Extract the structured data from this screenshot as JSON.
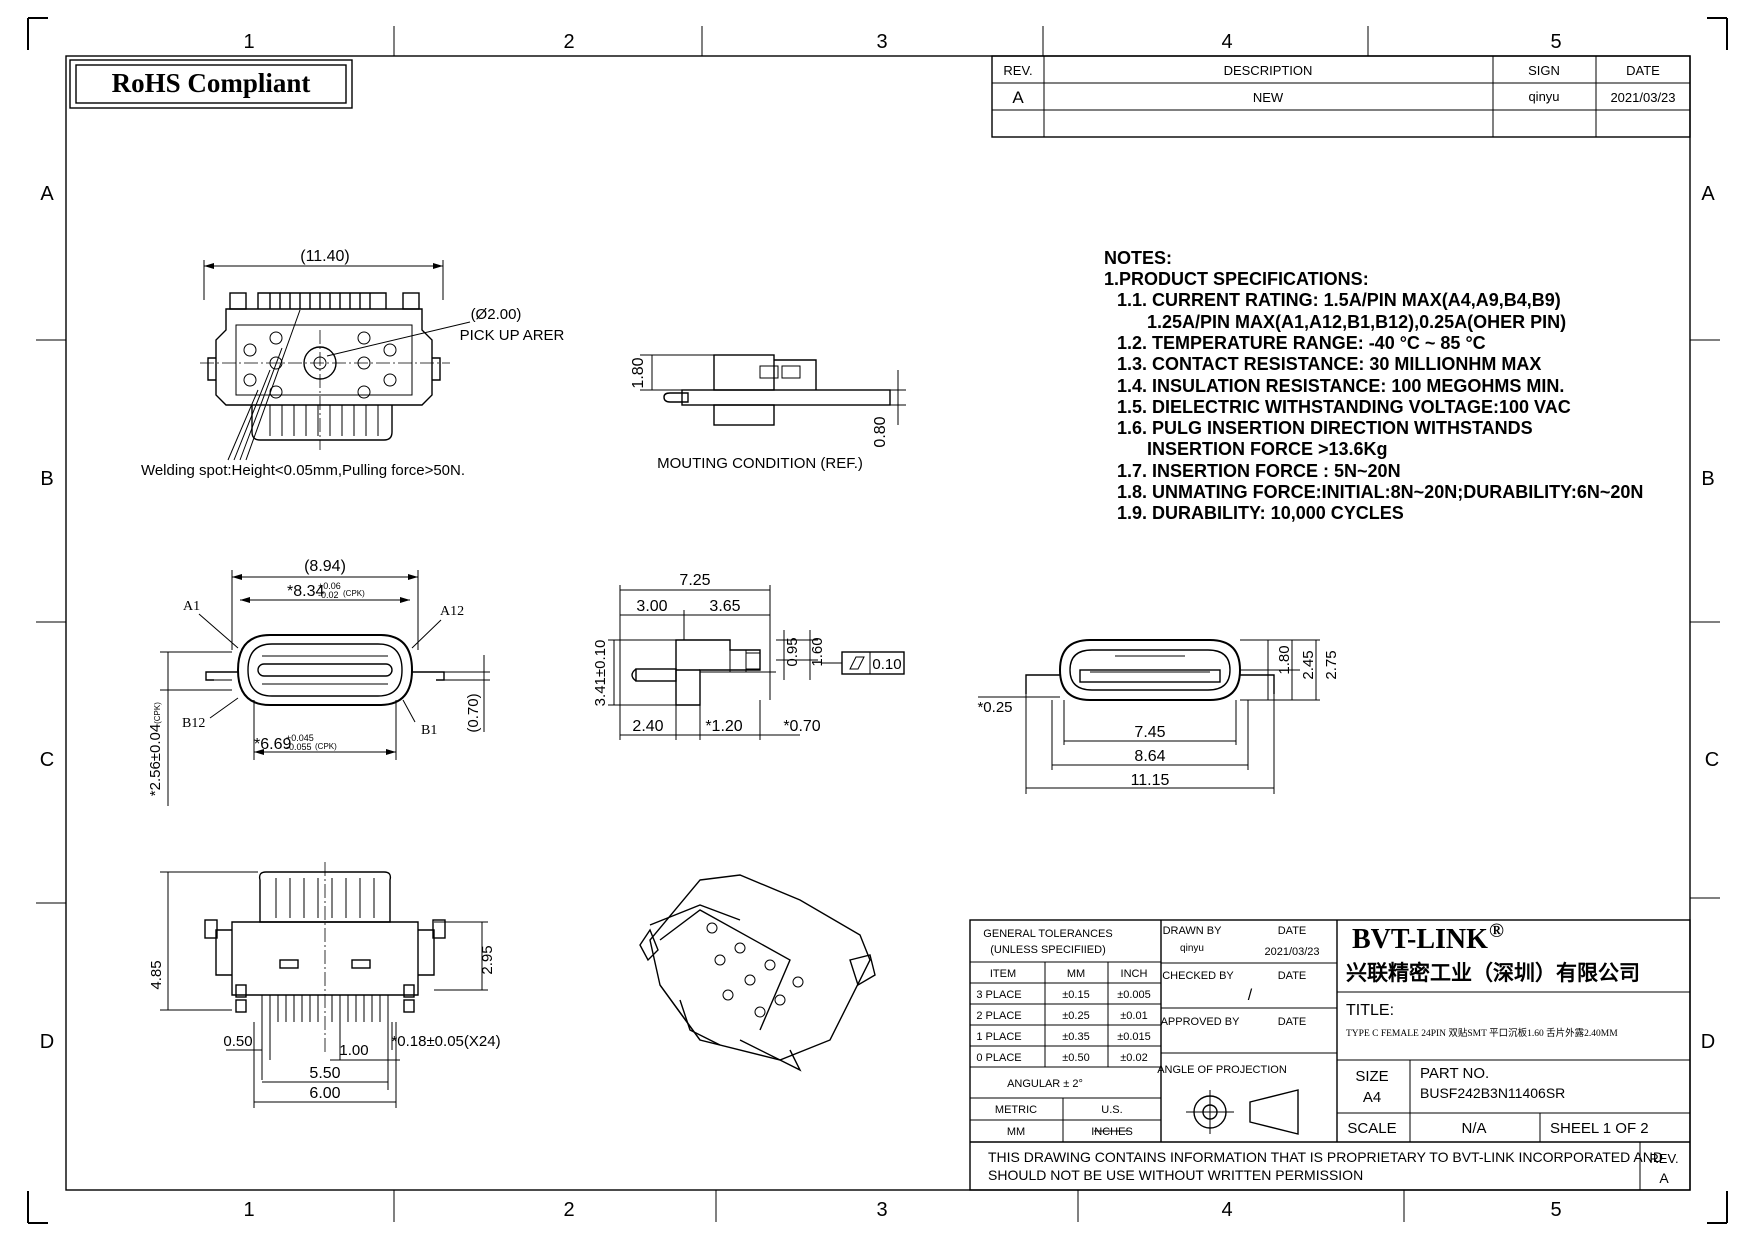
{
  "frame": {
    "columns_top": [
      "1",
      "2",
      "3",
      "4",
      "5"
    ],
    "columns_bottom": [
      "1",
      "2",
      "3",
      "4",
      "5"
    ],
    "rows_left": [
      "A",
      "B",
      "C",
      "D"
    ],
    "rows_right": [
      "A",
      "B",
      "C",
      "D"
    ]
  },
  "rohs_label": "RoHS Compliant",
  "revision_table": {
    "headers": {
      "rev": "REV.",
      "description": "DESCRIPTION",
      "sign": "SIGN",
      "date": "DATE"
    },
    "rows": [
      {
        "rev": "A",
        "description": "NEW",
        "sign": "qinyu",
        "date": "2021/03/23"
      }
    ]
  },
  "notes": {
    "heading": "NOTES:",
    "lines": [
      "1.PRODUCT SPECIFICATIONS:",
      "1.1. CURRENT RATING: 1.5A/PIN MAX(A4,A9,B4,B9)",
      "1.25A/PIN MAX(A1,A12,B1,B12),0.25A(OHER PIN)",
      "1.2. TEMPERATURE RANGE: -40 °C ~ 85 °C",
      "1.3. CONTACT RESISTANCE: 30 MILLIONHM MAX",
      "1.4. INSULATION RESISTANCE: 100 MEGOHMS MIN.",
      "1.5. DIELECTRIC WITHSTANDING VOLTAGE:100 VAC",
      "1.6. PULG INSERTION DIRECTION WITHSTANDS",
      "INSERTION FORCE >13.6Kg",
      "1.7. INSERTION FORCE : 5N~20N",
      "1.8. UNMATING FORCE:INITIAL:8N~20N;DURABILITY:6N~20N",
      "1.9. DURABILITY:   10,000 CYCLES"
    ]
  },
  "view_top": {
    "dim_width": "(11.40)",
    "pickup_dim": "(Ø2.00)",
    "pickup_label": "PICK UP ARER",
    "welding_note": "Welding spot:Height<0.05mm,Pulling force>50N."
  },
  "view_mount": {
    "dim_height": "1.80",
    "dim_board": "0.80",
    "caption": "MOUTING CONDITION (REF.)"
  },
  "view_front": {
    "dim_outer": "(8.94)",
    "dim_inner_top": "*8.34",
    "tol_inner_top_plus": "+0.06",
    "tol_inner_top_minus": "-0.02",
    "cpk": "(CPK)",
    "dim_inner_bottom": "*6.69",
    "tol_inner_bottom_plus": "+0.045",
    "tol_inner_bottom_minus": "-0.055",
    "dim_height": "*2.56±0.04",
    "dim_side": "(0.70)",
    "pin_a1": "A1",
    "pin_a12": "A12",
    "pin_b12": "B12",
    "pin_b1": "B1"
  },
  "view_side": {
    "dim_total": "7.25",
    "dim_a": "3.00",
    "dim_b": "3.65",
    "dim_height": "3.41±0.10",
    "dim_095": "0.95",
    "dim_160": "1.60",
    "flatness_value": "0.10",
    "dim_240": "2.40",
    "dim_120": "*1.20",
    "dim_070": "*0.70"
  },
  "view_rear": {
    "dim_025": "*0.25",
    "dim_180": "1.80",
    "dim_245": "2.45",
    "dim_275": "2.75",
    "dim_745": "7.45",
    "dim_864": "8.64",
    "dim_1115": "11.15"
  },
  "view_bottom": {
    "dim_485": "4.85",
    "dim_295": "2.95",
    "dim_050": "0.50",
    "dim_100": "1.00",
    "dim_pin": "*0.18±0.05(X24)",
    "dim_550": "5.50",
    "dim_600": "6.00"
  },
  "title_block": {
    "tolerances_heading_1": "GENERAL TOLERANCES",
    "tolerances_heading_2": "(UNLESS SPECIFIIED)",
    "tol_headers": [
      "ITEM",
      "MM",
      "INCH"
    ],
    "tol_rows": [
      [
        "3 PLACE",
        "±0.15",
        "±0.005"
      ],
      [
        "2 PLACE",
        "±0.25",
        "±0.01"
      ],
      [
        "1 PLACE",
        "±0.35",
        "±0.015"
      ],
      [
        "0 PLACE",
        "±0.50",
        "±0.02"
      ]
    ],
    "angular": "ANGULAR ± 2°",
    "metric": "METRIC",
    "us": "U.S.",
    "mm": "MM",
    "inches": "INCHES",
    "drawn_by_label": "DRAWN BY",
    "drawn_by": "qinyu",
    "date_label": "DATE",
    "drawn_date": "2021/03/23",
    "checked_by_label": "CHECKED BY",
    "checked_mark": "/",
    "approved_by_label": "APPROVED BY",
    "projection_label": "ANGLE OF PROJECTION",
    "company": "BVT-LINK",
    "company_reg": "®",
    "company_cn": "兴联精密工业（深圳）有限公司",
    "title_label": "TITLE:",
    "title_value": "TYPE C FEMALE 24PIN 双贴SMT 平口沉板1.60 舌片外露2.40MM",
    "size_label": "SIZE",
    "size_value": "A4",
    "part_no_label": "PART NO.",
    "part_no": "BUSF242B3N11406SR",
    "scale_label": "SCALE",
    "scale_value": "N/A",
    "sheet": "SHEEL 1 OF 2",
    "rev_label": "REV.",
    "rev_value": "A",
    "proprietary_1": "THIS DRAWING CONTAINS INFORMATION THAT IS PROPRIETARY TO BVT-LINK INCORPORATED AND",
    "proprietary_2": "SHOULD NOT BE USE WITHOUT WRITTEN PERMISSION"
  }
}
